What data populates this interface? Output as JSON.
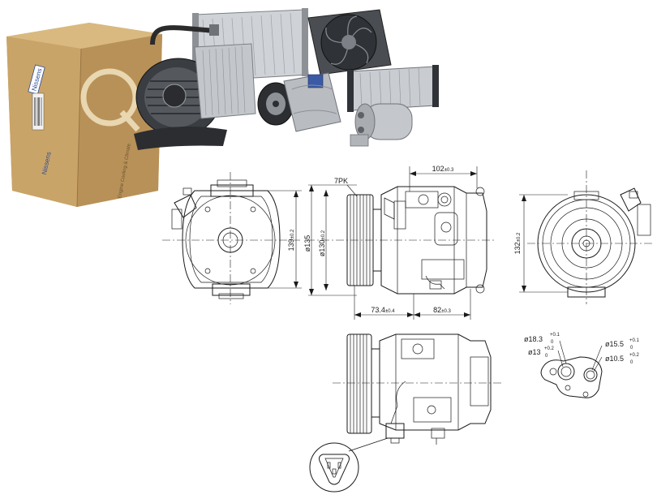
{
  "box": {
    "brand_side": "Nissens",
    "brand_front": "Nissens",
    "tagline": "Engine Cooling & Climate"
  },
  "dimensions": {
    "width_top": "102",
    "width_top_tol": "±0.3",
    "pulley_label": "7PK",
    "dia_135": "ø135",
    "dia_130": "ø130",
    "dia_130_tol": "±0.2",
    "height_139": "139",
    "height_139_tol": "±0.2",
    "height_132": "132",
    "height_132_tol": "±0.2",
    "len_73": "73.4",
    "len_73_tol": "±0.4",
    "len_82": "82",
    "len_82_tol": "±0.3",
    "port_18": "ø18.3",
    "port_18_tol_up": "+0.1",
    "port_18_tol_dn": "0",
    "port_13": "ø13",
    "port_13_tol_up": "+0.2",
    "port_13_tol_dn": "0",
    "port_15": "ø15.5",
    "port_15_tol_up": "+0.1",
    "port_15_tol_dn": "0",
    "port_10": "ø10.5",
    "port_10_tol_up": "+0.2",
    "port_10_tol_dn": "0"
  },
  "colors": {
    "line": "#1a1a1a",
    "box": "#c8a36a",
    "box_dark": "#a88248",
    "box_label": "#2a4a9a",
    "metal": "#b9bcc0",
    "metal_dark": "#6f7378"
  }
}
